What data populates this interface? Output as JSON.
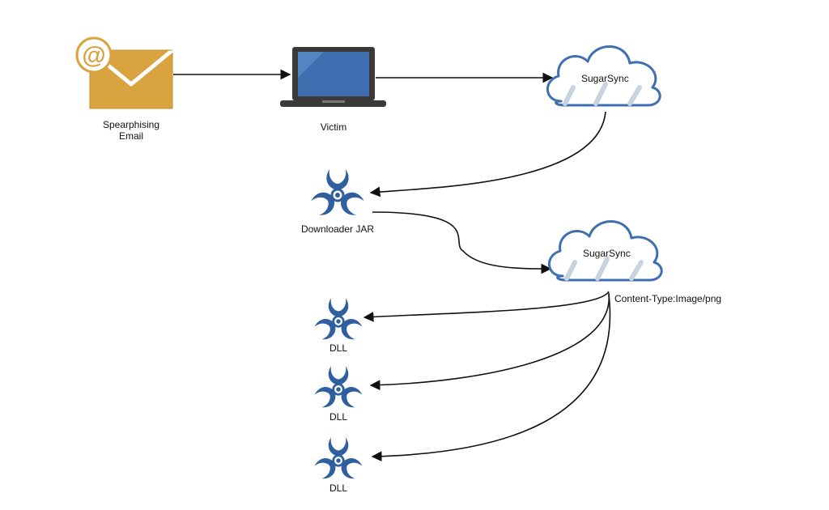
{
  "nodes": {
    "email": {
      "label_line1": "Spearphising",
      "label_line2": "Email",
      "icon": "email-envelope-icon"
    },
    "victim": {
      "label": "Victim",
      "icon": "laptop-icon"
    },
    "cloud1": {
      "label": "SugarSync",
      "icon": "cloud-icon"
    },
    "downloader": {
      "label": "Downloader JAR",
      "icon": "biohazard-icon"
    },
    "cloud2": {
      "label": "SugarSync",
      "icon": "cloud-icon",
      "annotation": "Content-Type:Image/png"
    },
    "dll1": {
      "label": "DLL",
      "icon": "biohazard-icon"
    },
    "dll2": {
      "label": "DLL",
      "icon": "biohazard-icon"
    },
    "dll3": {
      "label": "DLL",
      "icon": "biohazard-icon"
    }
  },
  "colors": {
    "envelope": "#d9a440",
    "laptop_screen": "#3f6fb0",
    "cloud_stroke": "#3f6fb0",
    "biohazard": "#2f5f9e",
    "edge": "#111111"
  }
}
